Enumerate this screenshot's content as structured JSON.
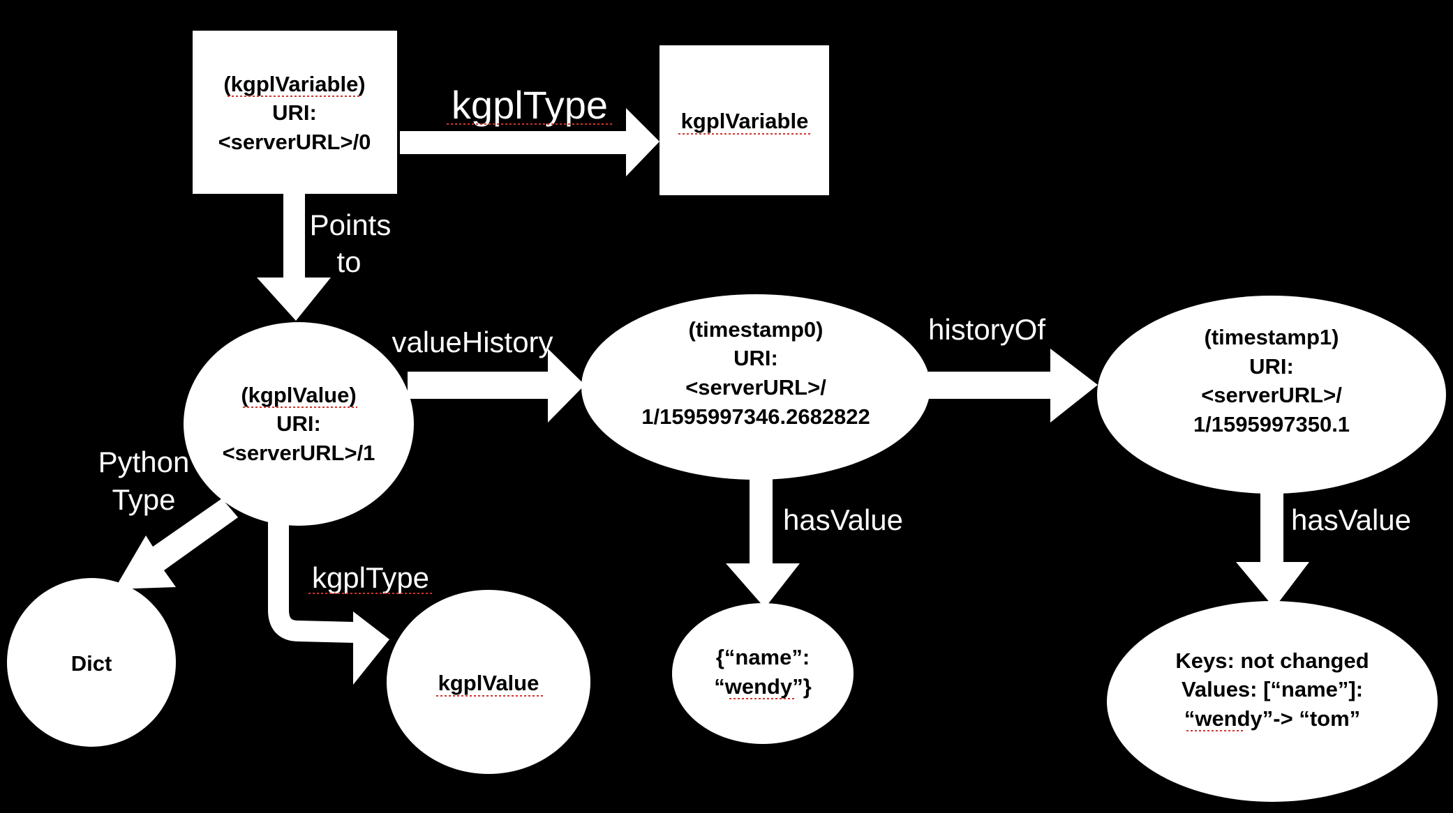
{
  "diagram": {
    "colors": {
      "background": "#000000",
      "node_fill": "#ffffff",
      "node_text": "#000000",
      "arrow": "#ffffff",
      "edge_label": "#ffffff",
      "spellcheck_underline": "#d0342c"
    },
    "nodes": {
      "kgpl_variable_instance": {
        "line1": "(kgplVariable)",
        "line2": "URI:",
        "line3": "<serverURL>/0"
      },
      "kgpl_variable_class": {
        "label": "kgplVariable"
      },
      "kgpl_value_instance": {
        "line1": "(kgplValue)",
        "line2": "URI:",
        "line3": "<serverURL>/1"
      },
      "timestamp0": {
        "line1": "(timestamp0)",
        "line2": "URI:",
        "line3": "<serverURL>/",
        "line4": "1/1595997346.2682822"
      },
      "timestamp1": {
        "line1": "(timestamp1)",
        "line2": "URI:",
        "line3": "<serverURL>/",
        "line4": "1/1595997350.1"
      },
      "dict": {
        "label": "Dict"
      },
      "kgpl_value_class": {
        "label": "kgplValue"
      },
      "value0": {
        "line1": "{“name”:",
        "line2": "“wendy”}"
      },
      "value1": {
        "line1": "Keys: not changed",
        "line2": "Values: [“name”]:",
        "line3": "“wendy”-> “tom”"
      }
    },
    "edges": {
      "kgpl_type_top": "kgplType",
      "points_to_line1": "Points",
      "points_to_line2": "to",
      "value_history": "valueHistory",
      "history_of": "historyOf",
      "python_type_line1": "Python",
      "python_type_line2": "Type",
      "kgpl_type_bottom": "kgplType",
      "has_value_0": "hasValue",
      "has_value_1": "hasValue"
    }
  }
}
